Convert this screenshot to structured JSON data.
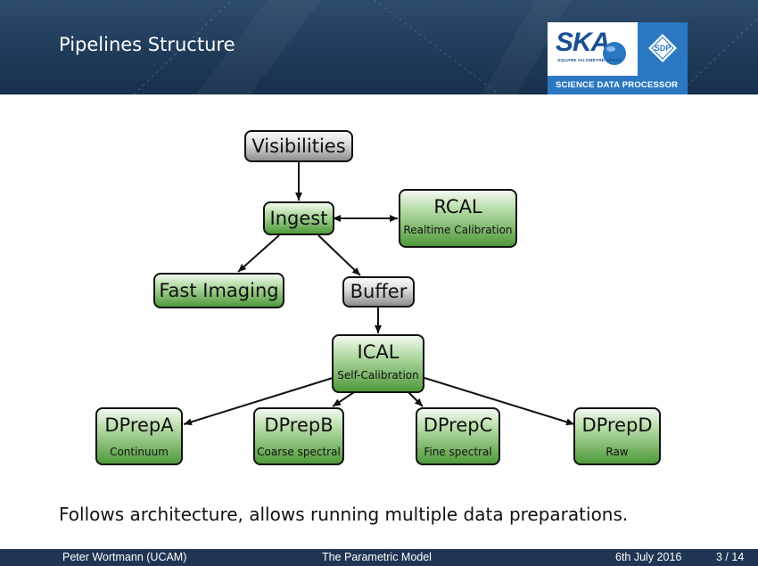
{
  "slide": {
    "title": "Pipelines Structure",
    "logo": {
      "main": "SKA",
      "sub": "SQUARE KILOMETRE ARRAY",
      "badge": "SDP",
      "caption": "SCIENCE DATA PROCESSOR"
    }
  },
  "diagram": {
    "nodes": {
      "visibilities": {
        "label": "Visibilities"
      },
      "ingest": {
        "label": "Ingest"
      },
      "rcal": {
        "label": "RCAL",
        "sub": "Realtime Calibration"
      },
      "fast_imaging": {
        "label": "Fast Imaging"
      },
      "buffer": {
        "label": "Buffer"
      },
      "ical": {
        "label": "ICAL",
        "sub": "Self-Calibration"
      },
      "dprepa": {
        "label": "DPrepA",
        "sub": "Continuum"
      },
      "dprepb": {
        "label": "DPrepB",
        "sub": "Coarse spectral"
      },
      "dprepc": {
        "label": "DPrepC",
        "sub": "Fine spectral"
      },
      "dprepd": {
        "label": "DPrepD",
        "sub": "Raw"
      }
    }
  },
  "body_text": "Follows architecture, allows running multiple data preparations.",
  "footer": {
    "author": "Peter Wortmann  (UCAM)",
    "talk_title": "The Parametric Model",
    "date": "6th July 2016",
    "page": "3 / 14"
  }
}
